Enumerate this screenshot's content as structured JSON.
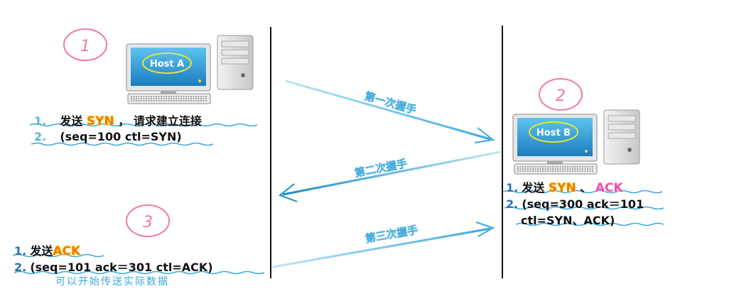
{
  "colors": {
    "accent_blue": "#3ea8dc",
    "circle_pink": "#f07aa6",
    "syn_orange": "#f07800",
    "ack_pink": "#f04fa8"
  },
  "step_markers": [
    "1",
    "2",
    "3"
  ],
  "host_a": {
    "label": "Host A",
    "steps": [
      {
        "num": "1.",
        "pre": "发送 ",
        "keyword": "SYN",
        "post": " ， 请求建立连接"
      },
      {
        "num": "2.",
        "text": "(seq=100 ctl=SYN)"
      }
    ]
  },
  "host_b": {
    "label": "Host B",
    "steps": [
      {
        "num": "1.",
        "pre": "发送 ",
        "keyword1": "SYN",
        "sep": " 、 ",
        "keyword2": "ACK"
      },
      {
        "num": "2.",
        "line1": "(seq=300 ack＝101",
        "line2": "ctl=SYN、ACK)"
      }
    ]
  },
  "step3": {
    "steps": [
      {
        "num": "1.",
        "pre": "发送",
        "keyword": "ACK"
      },
      {
        "num": "2.",
        "text": "(seq=101 ack＝301 ctl=ACK)"
      }
    ],
    "note": "可以开始传送实际数据"
  },
  "arrows": {
    "first": "第一次握手",
    "second": "第二次握手",
    "third": "第三次握手"
  }
}
